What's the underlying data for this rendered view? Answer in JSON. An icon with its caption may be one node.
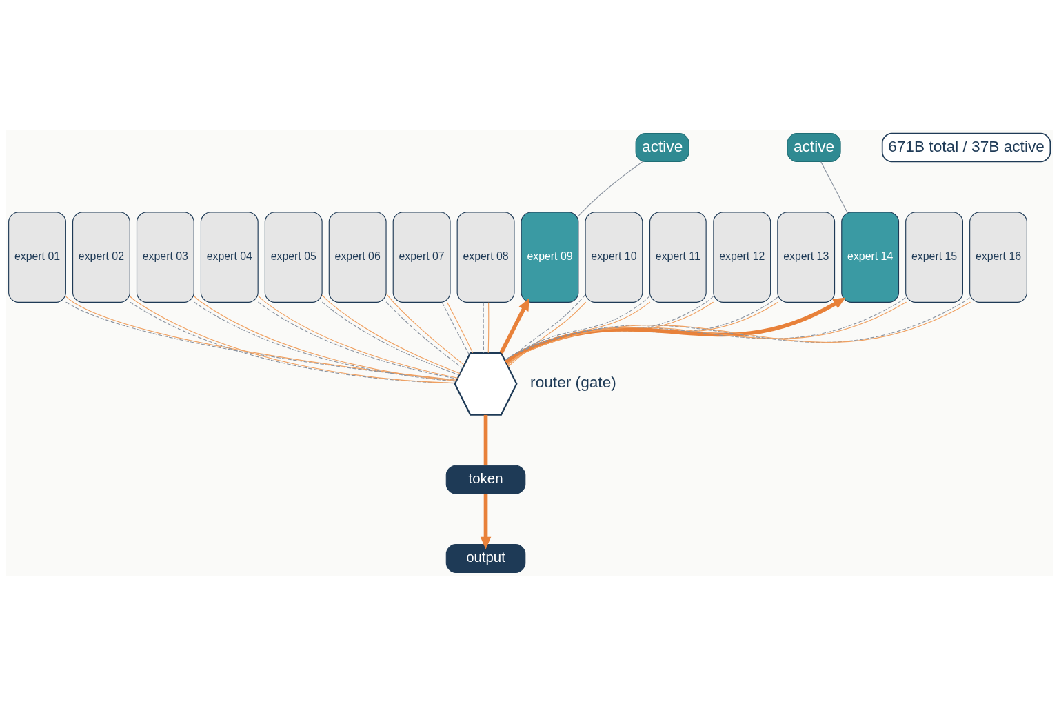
{
  "diagram": {
    "nodes": [
      {
        "text": [
          "671B total / 37B active"
        ]
      },
      {
        "text": [
          "active"
        ]
      },
      {
        "text": [
          "active"
        ]
      },
      {
        "text": [
          "expert 01"
        ]
      },
      {
        "text": [
          "expert 02"
        ]
      },
      {
        "text": [
          "expert 03"
        ]
      },
      {
        "text": [
          "expert 04"
        ]
      },
      {
        "text": [
          "expert 05"
        ]
      },
      {
        "text": [
          "expert 06"
        ]
      },
      {
        "text": [
          "expert 07"
        ]
      },
      {
        "text": [
          "expert 08"
        ]
      },
      {
        "text": [
          "expert 09"
        ]
      },
      {
        "text": [
          "expert 10"
        ]
      },
      {
        "text": [
          "expert 11"
        ]
      },
      {
        "text": [
          "expert 12"
        ]
      },
      {
        "text": [
          "expert 13"
        ]
      },
      {
        "text": [
          "expert 14"
        ]
      },
      {
        "text": [
          "expert 15"
        ]
      },
      {
        "text": [
          "expert 16"
        ]
      },
      {
        "text": [],
        "shape": "hexagon",
        "beside": [
          "router (gate)"
        ]
      },
      {
        "text": [
          "token"
        ]
      },
      {
        "text": [
          "output"
        ]
      }
    ],
    "edges": [
      {
        "from": 1,
        "to": 11,
        "arrow": "none"
      },
      {
        "from": 2,
        "to": 16,
        "arrow": "none"
      },
      {
        "from": 19,
        "to": 3,
        "arrow": "none",
        "style": "dashed"
      },
      {
        "from": 19,
        "to": 4,
        "arrow": "none",
        "style": "dashed"
      },
      {
        "from": 19,
        "to": 5,
        "arrow": "none",
        "style": "dashed"
      },
      {
        "from": 19,
        "to": 6,
        "arrow": "none",
        "style": "dashed"
      },
      {
        "from": 19,
        "to": 7,
        "arrow": "none",
        "style": "dashed"
      },
      {
        "from": 19,
        "to": 8,
        "arrow": "none",
        "style": "dashed"
      },
      {
        "from": 19,
        "to": 9,
        "arrow": "none",
        "style": "dashed"
      },
      {
        "from": 19,
        "to": 10,
        "arrow": "none",
        "style": "dashed"
      },
      {
        "from": 19,
        "to": 11,
        "arrow": "to",
        "style": "thick",
        "color": "#e8813a"
      },
      {
        "from": 19,
        "to": 12,
        "arrow": "none",
        "style": "dashed"
      },
      {
        "from": 19,
        "to": 13,
        "arrow": "none",
        "style": "dashed"
      },
      {
        "from": 19,
        "to": 14,
        "arrow": "none",
        "style": "dashed"
      },
      {
        "from": 19,
        "to": 15,
        "arrow": "none",
        "style": "dashed"
      },
      {
        "from": 19,
        "to": 16,
        "arrow": "to",
        "style": "thick",
        "color": "#e8813a"
      },
      {
        "from": 19,
        "to": 17,
        "arrow": "none",
        "style": "dashed"
      },
      {
        "from": 19,
        "to": 18,
        "arrow": "none",
        "style": "dashed"
      },
      {
        "from": 19,
        "to": 3,
        "arrow": "none",
        "color": "#f0a060"
      },
      {
        "from": 19,
        "to": 4,
        "arrow": "none",
        "color": "#f0a060"
      },
      {
        "from": 19,
        "to": 5,
        "arrow": "none",
        "color": "#f0a060"
      },
      {
        "from": 19,
        "to": 6,
        "arrow": "none",
        "color": "#f0a060"
      },
      {
        "from": 19,
        "to": 7,
        "arrow": "none",
        "color": "#f0a060"
      },
      {
        "from": 19,
        "to": 8,
        "arrow": "none",
        "color": "#f0a060"
      },
      {
        "from": 19,
        "to": 9,
        "arrow": "none",
        "color": "#f0a060"
      },
      {
        "from": 19,
        "to": 10,
        "arrow": "none",
        "color": "#f0a060"
      },
      {
        "from": 19,
        "to": 12,
        "arrow": "none",
        "color": "#f0a060"
      },
      {
        "from": 19,
        "to": 13,
        "arrow": "none",
        "color": "#f0a060"
      },
      {
        "from": 19,
        "to": 14,
        "arrow": "none",
        "color": "#f0a060"
      },
      {
        "from": 19,
        "to": 15,
        "arrow": "none",
        "color": "#f0a060"
      },
      {
        "from": 19,
        "to": 17,
        "arrow": "none",
        "color": "#f0a060"
      },
      {
        "from": 19,
        "to": 18,
        "arrow": "none",
        "color": "#f0a060"
      },
      {
        "from": 20,
        "to": 19,
        "arrow": "none",
        "style": "thick",
        "color": "#e8813a"
      },
      {
        "from": 20,
        "to": 21,
        "arrow": "to",
        "style": "thick",
        "color": "#e8813a"
      }
    ]
  }
}
